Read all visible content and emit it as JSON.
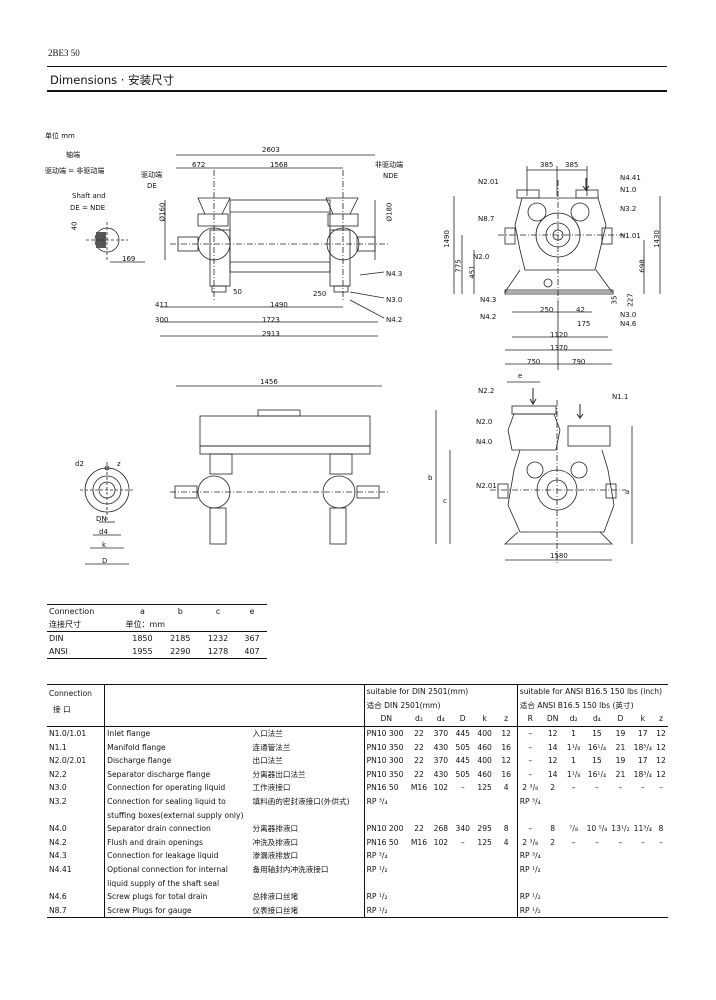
{
  "header": {
    "code": "2BE3 50",
    "title": "Dimensions · 安装尺寸"
  },
  "top_drawing": {
    "unit": "单位 mm",
    "shaft_end_cn": "轴端",
    "de_nde_cn": "驱动端 = 非驱动端",
    "shaft_and": "Shaft and",
    "de_nde": "DE = NDE",
    "drive_end_cn": "驱动端",
    "drive_end": "DE",
    "non_drive_end_cn": "非驱动端",
    "non_drive_end": "NDE",
    "dims": [
      "2603",
      "672",
      "1568",
      "Ø160",
      "Ø180",
      "40",
      "169",
      "411",
      "300",
      "50",
      "1490",
      "250",
      "1723",
      "2913"
    ],
    "nozzles": [
      "N4.3",
      "N3.0",
      "N4.2"
    ]
  },
  "side_drawing": {
    "dims": [
      "385",
      "385",
      "1490",
      "1430",
      "451",
      "775",
      "698",
      "250",
      "42",
      "175",
      "35",
      "227",
      "1120",
      "1370",
      "750",
      "790"
    ],
    "nozzles": [
      "N2.01",
      "N4.41",
      "N1.0",
      "N3.2",
      "N8.7",
      "N1.01",
      "N2.0",
      "N4.3",
      "N4.2",
      "N3.0",
      "N4.6"
    ]
  },
  "lower_left_drawing": {
    "dims": [
      "1456",
      "d2",
      "z",
      "DN",
      "d4",
      "k",
      "D"
    ]
  },
  "lower_right_drawing": {
    "dims": [
      "e",
      "b",
      "c",
      "a",
      "1580"
    ],
    "nozzles": [
      "N2.2",
      "N1.1",
      "N2.0",
      "N4.0",
      "N2.01"
    ]
  },
  "connection_table": {
    "header_en": "Connection",
    "header_cn": "连接尺寸",
    "unit": "单位：mm",
    "cols": [
      "a",
      "b",
      "c",
      "e"
    ],
    "rows": [
      {
        "name": "DIN",
        "values": [
          "1850",
          "2185",
          "1232",
          "367"
        ]
      },
      {
        "name": "ANSI",
        "values": [
          "1955",
          "2290",
          "1278",
          "407"
        ]
      }
    ]
  },
  "flange_table": {
    "conn_en": "Connection",
    "conn_cn": "接   口",
    "din_en": "suitable for DIN 2501(mm)",
    "din_cn": "适合 DIN 2501(mm)",
    "ansi_en": "suitable for ANSI B16.5 150 lbs (inch)",
    "ansi_cn": "适合 ANSI B16.5 150 lbs (英寸)",
    "din_cols": [
      "DN",
      "d₂",
      "d₄",
      "D",
      "k",
      "z"
    ],
    "ansi_cols": [
      "R",
      "DN",
      "d₂",
      "d₄",
      "D",
      "k",
      "z"
    ],
    "rows": [
      {
        "id": "N1.0/1.01",
        "en": "Inlet flange",
        "cn": "入口法兰",
        "din": [
          "PN10 300",
          "22",
          "370",
          "445",
          "400",
          "12"
        ],
        "ansi": [
          "–",
          "12",
          "1",
          "15",
          "19",
          "17",
          "12"
        ]
      },
      {
        "id": "N1.1",
        "en": "Manifold flange",
        "cn": "连通管法兰",
        "din": [
          "PN10 350",
          "22",
          "430",
          "505",
          "460",
          "16"
        ],
        "ansi": [
          "–",
          "14",
          "1¹/₈",
          "16¹/₄",
          "21",
          "18³/₄",
          "12"
        ]
      },
      {
        "id": "N2.0/2.01",
        "en": "Discharge flange",
        "cn": "出口法兰",
        "din": [
          "PN10 300",
          "22",
          "370",
          "445",
          "400",
          "12"
        ],
        "ansi": [
          "–",
          "12",
          "1",
          "15",
          "19",
          "17",
          "12"
        ]
      },
      {
        "id": "N2.2",
        "en": "Separator discharge flange",
        "cn": "分离器出口法兰",
        "din": [
          "PN10 350",
          "22",
          "430",
          "505",
          "460",
          "16"
        ],
        "ansi": [
          "–",
          "14",
          "1¹/₈",
          "16¹/₄",
          "21",
          "18³/₄",
          "12"
        ]
      },
      {
        "id": "N3.0",
        "en": "Connection for operating liquid",
        "cn": "工作液接口",
        "din": [
          "PN16 50",
          "M16",
          "102",
          "–",
          "125",
          "4"
        ],
        "ansi": [
          "2 ³/₈",
          "2",
          "–",
          "–",
          "–",
          "–",
          "–"
        ]
      },
      {
        "id": "N3.2",
        "en": "Connection for sealing liquid to",
        "cn": "填料函的密封液接口(外供式)",
        "din": [
          "RP ³/₄",
          "",
          "",
          "",
          "",
          ""
        ],
        "ansi": [
          "RP ³/₄",
          "",
          "",
          "",
          "",
          "",
          ""
        ]
      },
      {
        "id": "",
        "en": "stuffing boxes(external supply only)",
        "cn": "",
        "din": [
          "",
          "",
          "",
          "",
          "",
          ""
        ],
        "ansi": [
          "",
          "",
          "",
          "",
          "",
          "",
          ""
        ]
      },
      {
        "id": "N4.0",
        "en": "Separator drain connection",
        "cn": "分离器排液口",
        "din": [
          "PN10 200",
          "22",
          "268",
          "340",
          "295",
          "8"
        ],
        "ansi": [
          "–",
          "8",
          "⁷/₈",
          "10 ⁵/₈",
          "13¹/₂",
          "11³/₄",
          "8"
        ]
      },
      {
        "id": "N4.2",
        "en": "Flush and drain openings",
        "cn": "冲洗及排液口",
        "din": [
          "PN16 50",
          "M16",
          "102",
          "–",
          "125",
          "4"
        ],
        "ansi": [
          "2 ³/₈",
          "2",
          "–",
          "–",
          "–",
          "–",
          "–"
        ]
      },
      {
        "id": "N4.3",
        "en": "Connection for leakage liquid",
        "cn": "渗漏液排放口",
        "din": [
          "RP ³/₄",
          "",
          "",
          "",
          "",
          ""
        ],
        "ansi": [
          "RP ³/₄",
          "",
          "",
          "",
          "",
          "",
          ""
        ]
      },
      {
        "id": "N4.41",
        "en": "Optional connection for internal",
        "cn": "备用轴封内冲洗液接口",
        "din": [
          "RP ¹/₂",
          "",
          "",
          "",
          "",
          ""
        ],
        "ansi": [
          "RP ¹/₂",
          "",
          "",
          "",
          "",
          "",
          ""
        ]
      },
      {
        "id": "",
        "en": "liquid supply of the shaft seal",
        "cn": "",
        "din": [
          "",
          "",
          "",
          "",
          "",
          ""
        ],
        "ansi": [
          "",
          "",
          "",
          "",
          "",
          "",
          ""
        ]
      },
      {
        "id": "N4.6",
        "en": "Screw plugs for total drain",
        "cn": "总排液口丝堵",
        "din": [
          "RP ¹/₂",
          "",
          "",
          "",
          "",
          ""
        ],
        "ansi": [
          "RP ¹/₂",
          "",
          "",
          "",
          "",
          "",
          ""
        ]
      },
      {
        "id": "N8.7",
        "en": "Screw Plugs for gauge",
        "cn": "仪表接口丝堵",
        "din": [
          "RP ¹/₂",
          "",
          "",
          "",
          "",
          ""
        ],
        "ansi": [
          "RP ¹/₂",
          "",
          "",
          "",
          "",
          "",
          ""
        ]
      }
    ]
  }
}
